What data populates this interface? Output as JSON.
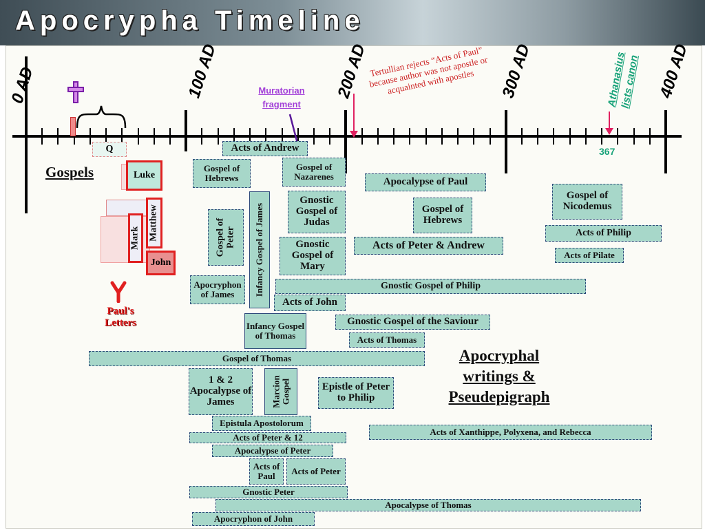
{
  "title": "Apocrypha Timeline",
  "axis": {
    "labels": [
      {
        "year": 0,
        "text": "0 AD"
      },
      {
        "year": 100,
        "text": "100 AD"
      },
      {
        "year": 200,
        "text": "200 AD"
      },
      {
        "year": 300,
        "text": "300 AD"
      },
      {
        "year": 400,
        "text": "400 AD"
      }
    ],
    "min_year": 0,
    "max_year": 400,
    "minor_step": 10
  },
  "annotations": {
    "muratorian": "Muratorian fragment",
    "tertullian": "Tertullian rejects “Acts of Paul” because author was not apostle or acquainted with apostles",
    "athanasius": "Athanasius lists canon",
    "year_367": "367",
    "colors": {
      "purple": "#a23fd8",
      "red": "#cc2222",
      "teal": "#1aa37a",
      "box": "#a7d7c9"
    }
  },
  "gospels": {
    "heading": "Gospels",
    "q": "Q",
    "luke": "Luke",
    "matthew": "Matthew",
    "mark": "Mark",
    "john": "John"
  },
  "pauls_letters": "Paul's Letters",
  "category_label": "Apocryphal writings & Pseudepigraph",
  "writings": [
    "Acts of Andrew",
    "Gospel of Hebrews",
    "Gospel of Nazarenes",
    "Gnostic Gospel of Judas",
    "Gnostic Gospel of Mary",
    "Apocryphon of James",
    "Acts of John",
    "Infancy Gospel of Thomas",
    "Gospel of Thomas",
    "1 & 2 Apocalypse of James",
    "Epistula Apostolorum",
    "Acts of Peter & 12",
    "Apocalypse of Peter",
    "Acts of Paul",
    "Acts of Peter",
    "Gnostic Peter",
    "Apocryphon of John",
    "Apocalypse of Thomas",
    "Apocalypse of Paul",
    "Gospel of Hebrews",
    "Acts of Peter & Andrew",
    "Gnostic Gospel of Philip",
    "Gnostic Gospel of the Saviour",
    "Acts of Thomas",
    "Epistle of Peter to Philip",
    "Acts of Xanthippe, Polyxena, and Rebecca",
    "Gospel of Nicodemus",
    "Acts of Philip",
    "Acts of Pilate"
  ],
  "vertical_writings": {
    "gospel_of_peter": "Gospel of Peter",
    "infancy_james": "Infancy Gospel of James",
    "marcion": "Marcion Gospel"
  }
}
